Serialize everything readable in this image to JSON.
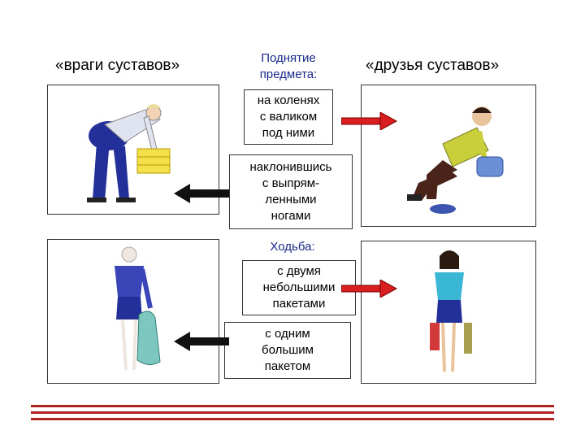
{
  "headings": {
    "enemies": "«враги суставов»",
    "friends": "«друзья суставов»"
  },
  "sections": {
    "lifting": "Поднятие\nпредмета:",
    "walking": "Ходьба:"
  },
  "labels": {
    "lift_good": "на коленях\nс валиком\nпод ними",
    "lift_bad": "наклонившись\nс выпрям-\nленными\nногами",
    "walk_good": "с двумя\nнебольшими\nпакетами",
    "walk_bad": "с одним\nбольшим\nпакетом"
  },
  "icons": {
    "good_arrow": "red-arrow-right-icon",
    "bad_arrow": "black-arrow-left-icon"
  },
  "colors": {
    "good_arrow": "#d81e1e",
    "bad_arrow": "#111111",
    "section_text": "#1a2a8a",
    "rule": "#b22222"
  }
}
